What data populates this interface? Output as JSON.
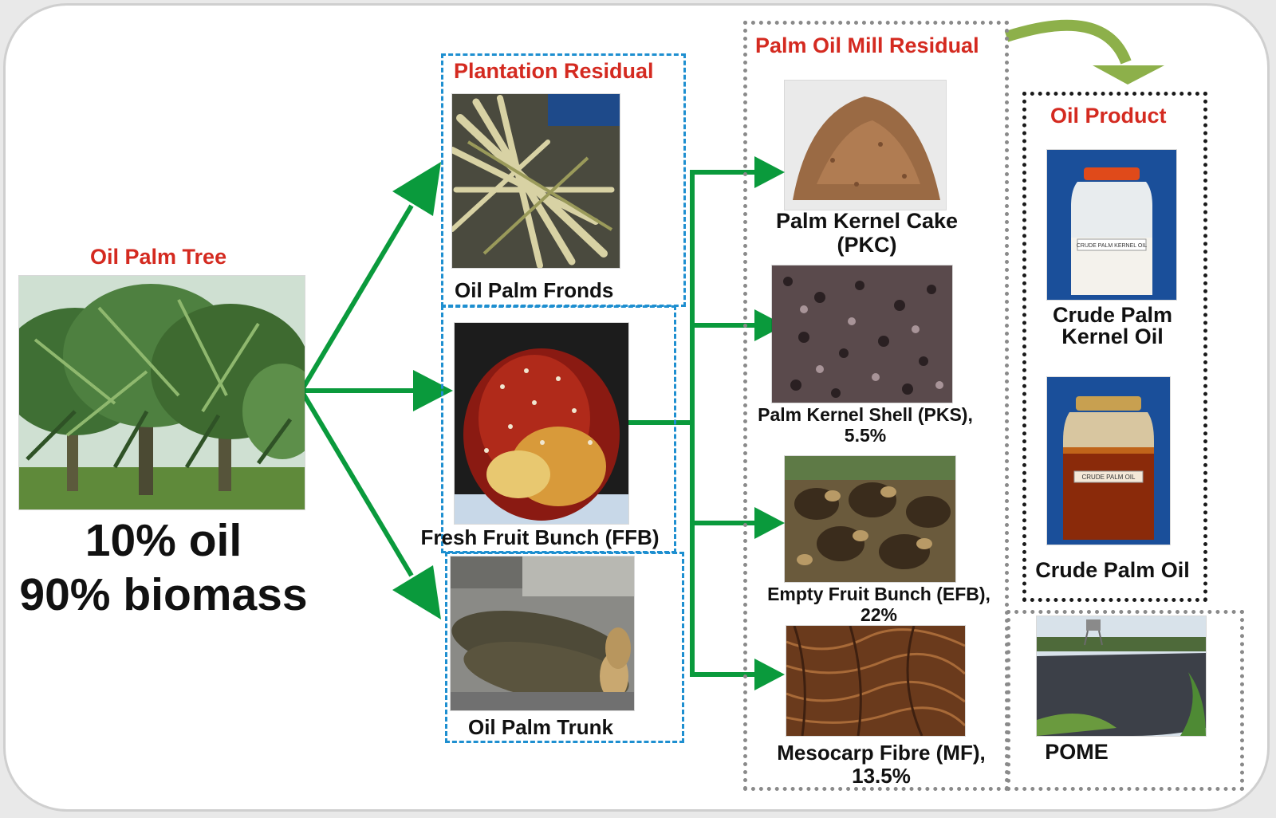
{
  "tree": {
    "title": "Oil Palm Tree",
    "line1": "10% oil",
    "line2": "90% biomass"
  },
  "plantation": {
    "title": "Plantation Residual",
    "fronds": "Oil Palm Fronds",
    "ffb": "Fresh Fruit Bunch (FFB)",
    "trunk": "Oil Palm Trunk"
  },
  "mill": {
    "title": "Palm Oil Mill Residual",
    "pkc_line1": "Palm Kernel Cake",
    "pkc_line2": "(PKC)",
    "pks_line1": "Palm Kernel Shell (PKS),",
    "pks_line2": "5.5%",
    "efb_line1": "Empty Fruit Bunch (EFB),",
    "efb_line2": "22%",
    "mf_line1": "Mesocarp Fibre (MF),",
    "mf_line2": "13.5%",
    "pome": "POME"
  },
  "product": {
    "title": "Oil Product",
    "cpko_line1": "Crude Palm",
    "cpko_line2": "Kernel Oil",
    "cpko_jar_label": "CRUDE PALM KERNEL OIL",
    "cpo": "Crude Palm Oil",
    "cpo_jar_label": "CRUDE PALM OIL"
  },
  "colors": {
    "arrow_green": "#0a9a3c",
    "curved_arrow": "#8db04a",
    "title_red": "#d42a20",
    "dash_blue": "#1e8fd0"
  }
}
